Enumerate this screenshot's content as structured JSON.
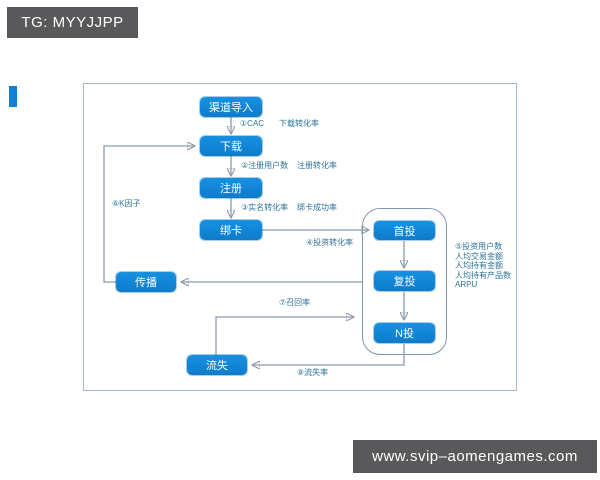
{
  "header": {
    "title": "TG: MYYJJPP"
  },
  "footer": {
    "url": "www.svip–aomengames.com"
  },
  "colors": {
    "node_blue": "#1184d8",
    "connector_gray": "#8a9aac",
    "label_teal": "#2e7296",
    "bar_dark": "#59595b",
    "frame_border": "#a9b8c6"
  },
  "diagram": {
    "nodes": {
      "channel_import": "渠道导入",
      "download": "下载",
      "register": "注册",
      "bind_card": "绑卡",
      "first_invest": "首投",
      "repeat_invest": "复投",
      "n_invest": "N投",
      "spread": "传播",
      "churn": "流失"
    },
    "edge_labels": {
      "cac": "①CAC",
      "download_rate": "下载转化率",
      "register_users": "②注册用户数",
      "register_rate": "注册转化率",
      "realname_rate": "③实名转化率",
      "bindcard_rate": "绑卡成功率",
      "invest_rate": "④投资转化率",
      "k_factor": "⑥K因子",
      "recall_rate": "⑦召回率",
      "churn_rate": "⑧流失率"
    },
    "metrics_note": [
      "⑤投资用户数",
      "人均交易金额",
      "人均持有金额",
      "人均持有产品数",
      "ARPU"
    ]
  }
}
